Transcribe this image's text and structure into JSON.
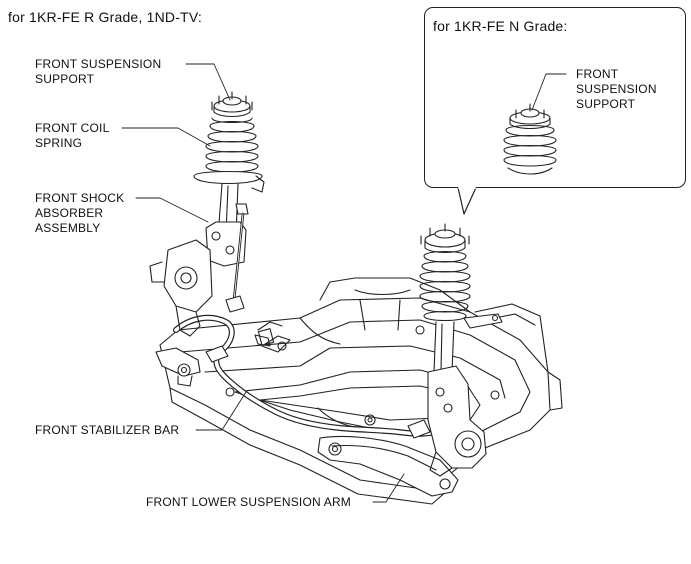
{
  "heading_main": "for 1KR-FE R Grade, 1ND-TV:",
  "callout": {
    "heading": "for 1KR-FE N Grade:",
    "label_line1": "FRONT",
    "label_line2": "SUSPENSION",
    "label_line3": "SUPPORT"
  },
  "labels": {
    "front_suspension_support": {
      "line1": "FRONT SUSPENSION",
      "line2": "SUPPORT"
    },
    "front_coil_spring": {
      "line1": "FRONT COIL",
      "line2": "SPRING"
    },
    "front_shock_absorber": {
      "line1": "FRONT SHOCK",
      "line2": "ABSORBER",
      "line3": "ASSEMBLY"
    },
    "front_stabilizer_bar": {
      "line1": "FRONT STABILIZER BAR"
    },
    "front_lower_suspension_arm": {
      "line1": "FRONT LOWER SUSPENSION ARM"
    }
  }
}
